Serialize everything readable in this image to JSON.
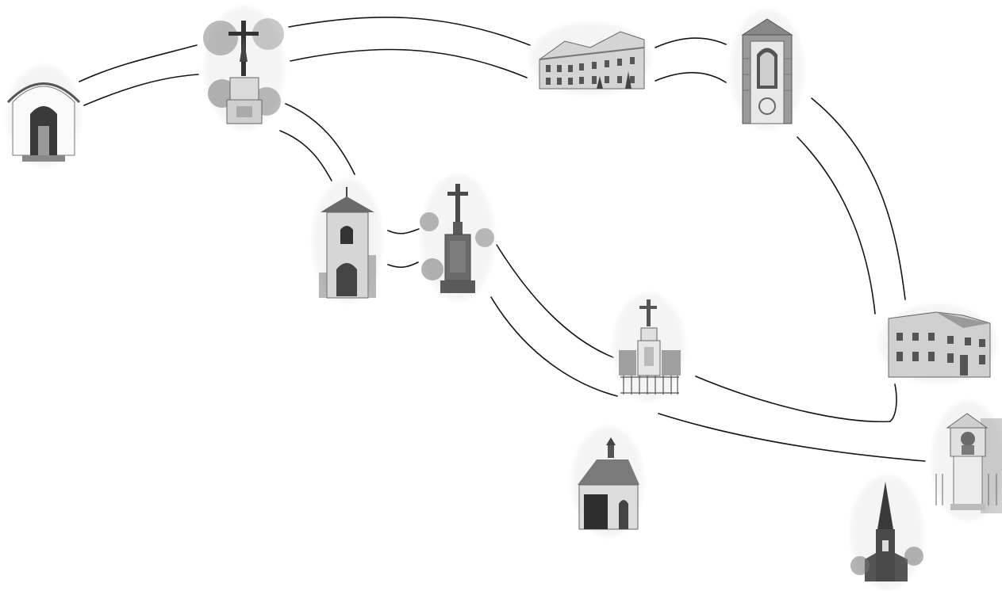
{
  "diagram": {
    "kind": "route-map",
    "background_color": "#ffffff",
    "line_color": "#151515",
    "stops": [
      {
        "id": "chapel-niche-small",
        "icon": "chapel-icon"
      },
      {
        "id": "crucifix-among-trees",
        "icon": "crucifix-icon"
      },
      {
        "id": "manor-building",
        "icon": "building-icon"
      },
      {
        "id": "brick-wayside-shrine",
        "icon": "shrine-icon"
      },
      {
        "id": "bell-tower-chapel",
        "icon": "bell-tower-icon"
      },
      {
        "id": "stone-cross-monument",
        "icon": "cross-icon"
      },
      {
        "id": "crucifix-fenced",
        "icon": "crucifix-icon"
      },
      {
        "id": "row-house-building",
        "icon": "building-icon"
      },
      {
        "id": "small-chapel-with-turret",
        "icon": "chapel-icon"
      },
      {
        "id": "wayside-shrine-with-bust",
        "icon": "shrine-icon"
      },
      {
        "id": "church-spire",
        "icon": "church-icon"
      }
    ],
    "connections": [
      [
        "chapel-niche-small",
        "crucifix-among-trees"
      ],
      [
        "crucifix-among-trees",
        "manor-building"
      ],
      [
        "manor-building",
        "brick-wayside-shrine"
      ],
      [
        "brick-wayside-shrine",
        "row-house-building"
      ],
      [
        "crucifix-among-trees",
        "bell-tower-chapel"
      ],
      [
        "bell-tower-chapel",
        "stone-cross-monument"
      ],
      [
        "stone-cross-monument",
        "crucifix-fenced"
      ],
      [
        "stone-cross-monument",
        "wayside-shrine-with-bust"
      ],
      [
        "crucifix-fenced",
        "row-house-building"
      ]
    ]
  }
}
